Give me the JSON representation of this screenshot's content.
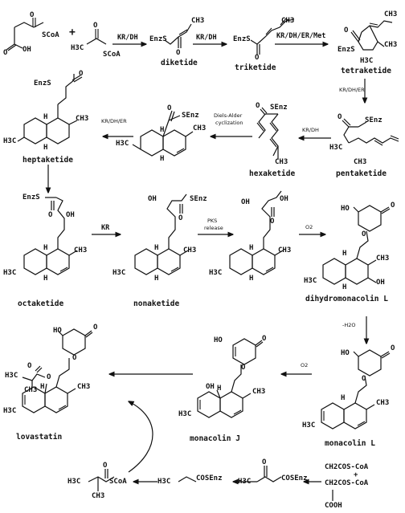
{
  "compounds": {
    "malonyl": "SCoA",
    "acetyl": "SCoA",
    "acetyl_me": "H3C",
    "plus1": "+",
    "diketide": "diketide",
    "triketide": "triketide",
    "tetraketide": "tetraketide",
    "pentaketide": "pentaketide",
    "hexaketide": "hexaketide",
    "heptaketide": "heptaketide",
    "octaketide": "octaketide",
    "nonaketide": "nonaketide",
    "dihydromonacolin": "dihydromonacolin L",
    "monacolin_l": "monacolin L",
    "monacolin_j": "monacolin J",
    "lovastatin": "lovastatin"
  },
  "atoms": {
    "enzs": "EnzS",
    "senz": "SEnz",
    "ch3": "CH3",
    "h3c": "H3C",
    "o": "O",
    "oh": "OH",
    "ho": "HO",
    "h": "H",
    "cosenz": "COSEnz",
    "scoa": "SCoA",
    "ch2coscoa": "CH2COS-CoA",
    "plus": "+",
    "cooh": "COOH"
  },
  "reactions": {
    "r1": "KR/DH",
    "r2": "KR/DH",
    "r3": "KR/DH/ER/Met",
    "r4": "KR/DH/ER",
    "r5": "KR/DH",
    "r6_line1": "Diels-Alder",
    "r6_line2": "cyclization",
    "r7": "KR/DH/ER",
    "r8": "KR",
    "r9_line1": "PKS",
    "r9_line2": "release",
    "r10": "O2",
    "r11": "-H2O",
    "r12": "O2"
  }
}
